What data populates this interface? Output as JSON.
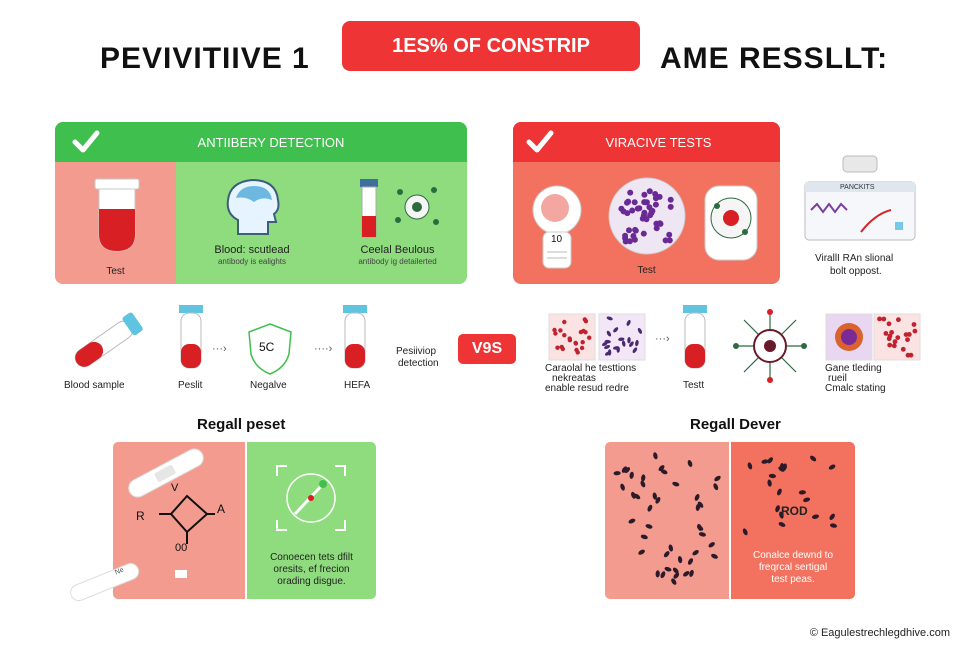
{
  "title": {
    "left": "PEVIVITIIVE 1",
    "badge": "1ES% OF CONSTRIP",
    "right": "AME RESSLLT:"
  },
  "left_panel": {
    "header": "ANTIIBERY DETECTION",
    "cells": [
      {
        "label": "Test"
      },
      {
        "label": "Blood: scutlead",
        "sublabel": "antibody is ealights"
      },
      {
        "label": "Ceelal Beulous",
        "sublabel": "antibody ig detailerted"
      }
    ]
  },
  "right_panel": {
    "header": "VIRACIVE TESTS",
    "dish_number": "10",
    "label": "Test"
  },
  "device": {
    "screen_label": "PANCKITS",
    "caption_line1": "VirallI RAn slional",
    "caption_line2": "bolt oppost."
  },
  "left_flow": {
    "steps": [
      "Blood sample",
      "Peslit",
      "Negalve",
      "HEFA"
    ],
    "shield_text": "5C",
    "end_line1": "Pesiiviop",
    "end_line2": "detection"
  },
  "vs_badge": "V9S",
  "right_flow": {
    "bullet1": "Caraolal he testtions",
    "bullet1b": "nekreatas",
    "bullet2": "enable resud redre",
    "test_label": "Testt",
    "result1": "Gane tleding",
    "result1b": "rueil",
    "result2": "Cmalc stating"
  },
  "bottom_left": {
    "title": "Regall peset",
    "labels": {
      "v": "V",
      "r": "R",
      "a": "A",
      "oo": "00"
    },
    "strip_label": "Ne",
    "caption": [
      "Conoecen tets dfilt",
      "oresits, ef frecion",
      "orading disgue."
    ]
  },
  "bottom_right": {
    "title": "Regall Dever",
    "stamp": "ROD",
    "caption": [
      "Conalce dewnd to",
      "freqrcal sertigal",
      "test peas."
    ]
  },
  "footer": "© Eagulestrechlegdhive.com",
  "colors": {
    "red": "#ee3434",
    "green": "#3fbf4e",
    "salmon": "#f39b8f",
    "light_green": "#8fdc7f",
    "coral": "#f3725f"
  }
}
